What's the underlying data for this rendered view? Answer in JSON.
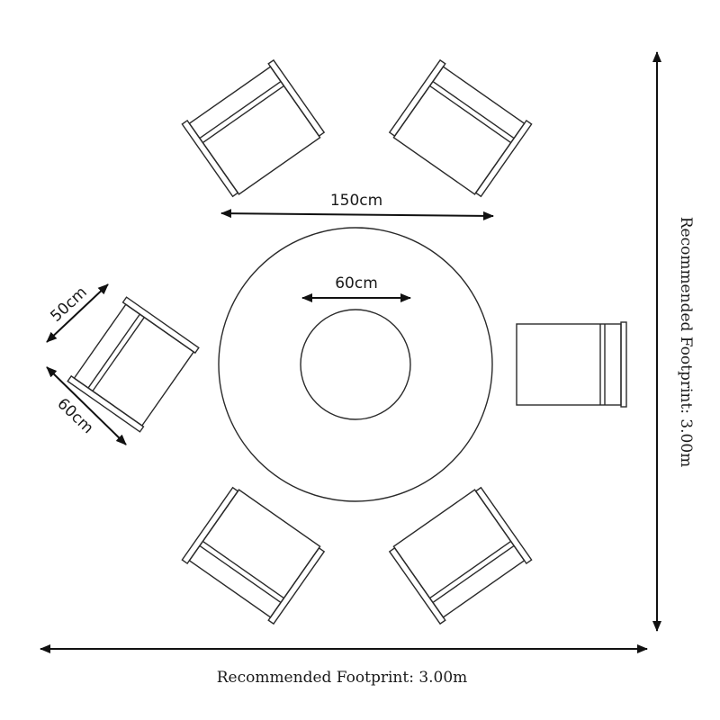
{
  "diagram": {
    "labels": {
      "table_diameter": "150cm",
      "center_diameter": "60cm",
      "chair_width": "50cm",
      "chair_depth": "60cm",
      "footprint_horizontal": "Recommended Footprint: 3.00m",
      "footprint_vertical": "Recommended Footprint: 3.00m"
    },
    "colors": {
      "line": "#2a2a2a",
      "arrow": "#111111",
      "background": "#ffffff"
    }
  }
}
